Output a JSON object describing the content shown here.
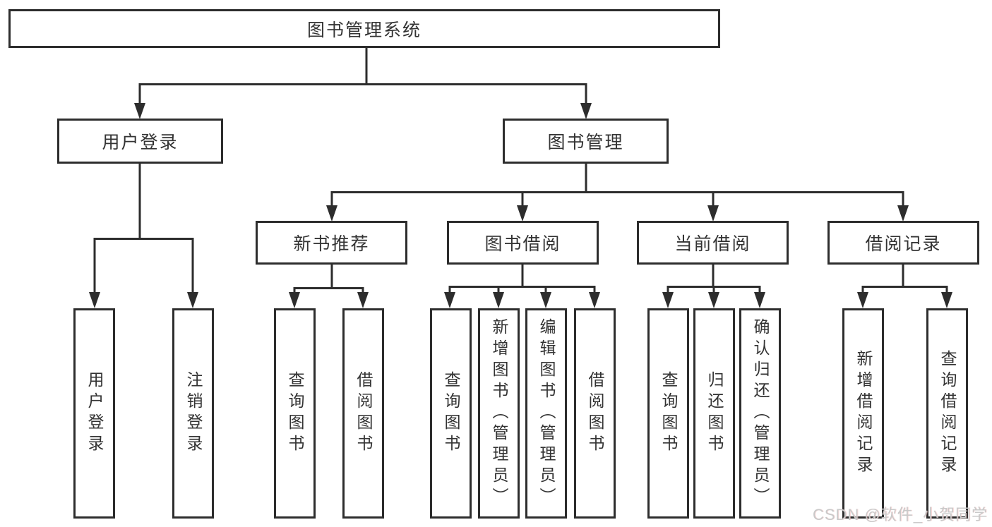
{
  "diagram": {
    "root": {
      "label": "图书管理系统"
    },
    "level1": [
      {
        "label": "用户登录"
      },
      {
        "label": "图书管理"
      }
    ],
    "level2": [
      {
        "label": "新书推荐"
      },
      {
        "label": "图书借阅"
      },
      {
        "label": "当前借阅"
      },
      {
        "label": "借阅记录"
      }
    ],
    "leaves": {
      "login": [
        "用户登录",
        "注销登录"
      ],
      "recommend": [
        "查询图书",
        "借阅图书"
      ],
      "borrow": [
        "查询图书",
        "新增图书（管理员）",
        "编辑图书（管理员）",
        "借阅图书"
      ],
      "current": [
        "查询图书",
        "归还图书",
        "确认归还（管理员）"
      ],
      "records": [
        "新增借阅记录",
        "查询借阅记录"
      ]
    }
  },
  "watermark": "CSDN @软件_小贺同学",
  "colors": {
    "line": "#2d2d2d",
    "box_fill": "#ffffff",
    "text": "#333333",
    "watermark": "#c9c9c9"
  }
}
